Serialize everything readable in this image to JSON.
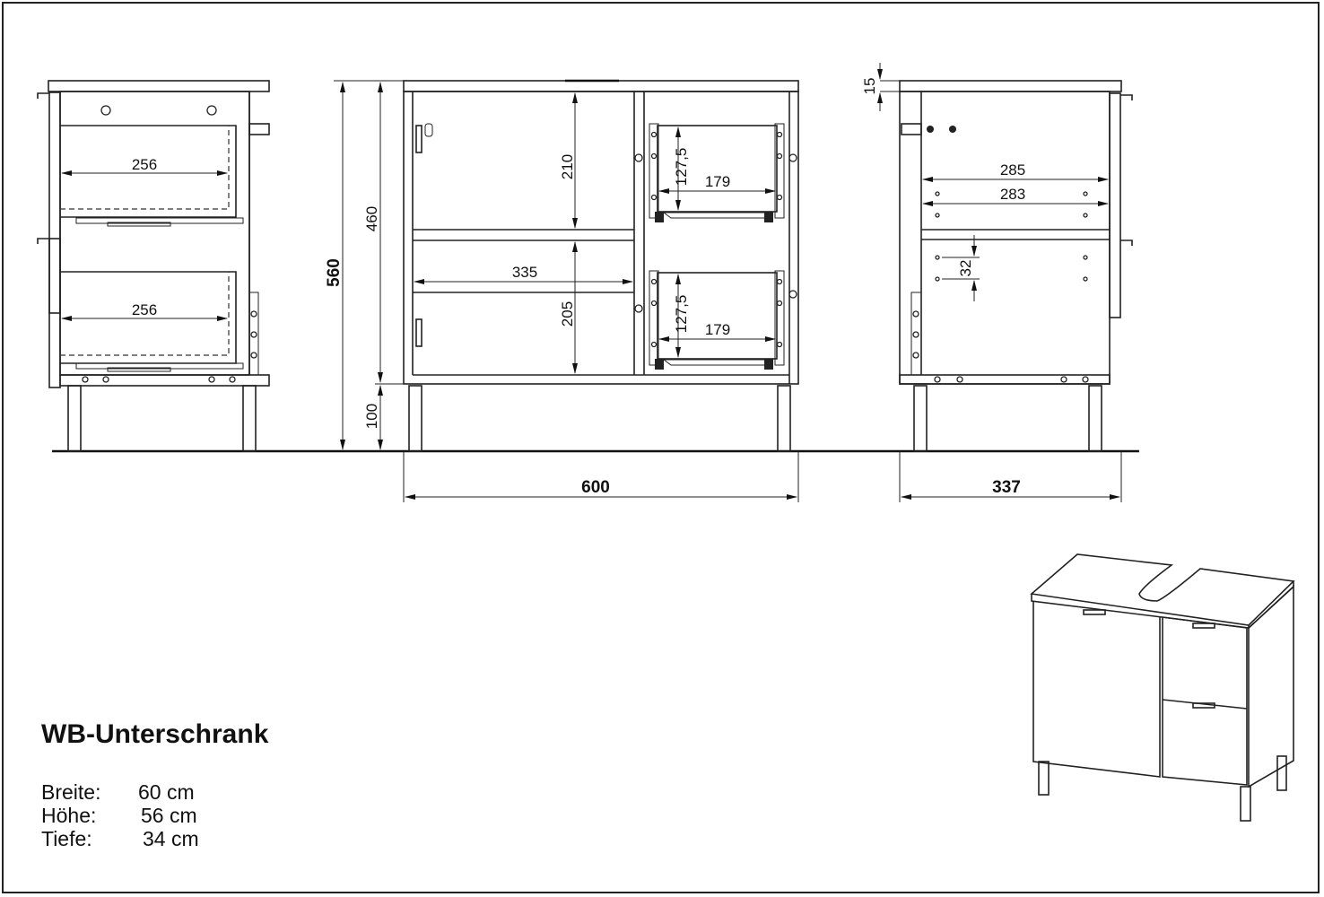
{
  "title": "WB-Unterschrank",
  "specs": [
    {
      "label": "Breite:",
      "value": "60 cm"
    },
    {
      "label": "Höhe:",
      "value": "56 cm"
    },
    {
      "label": "Tiefe:",
      "value": "34 cm"
    }
  ],
  "views": {
    "left_side": {
      "drawer_depth_top": "256",
      "drawer_depth_bottom": "256"
    },
    "front": {
      "total_height": "560",
      "body_height": "460",
      "leg_height": "100",
      "upper_compartment_height": "210",
      "lower_compartment_height": "205",
      "compartment_width": "335",
      "drawer_top_height": "127,5",
      "drawer_top_width": "179",
      "drawer_bottom_height": "127,5",
      "drawer_bottom_width": "179",
      "total_width": "600"
    },
    "right_side": {
      "top_thickness": "15",
      "inner_depth_1": "285",
      "inner_depth_2": "283",
      "hole_spacing": "32",
      "total_depth": "337"
    }
  }
}
